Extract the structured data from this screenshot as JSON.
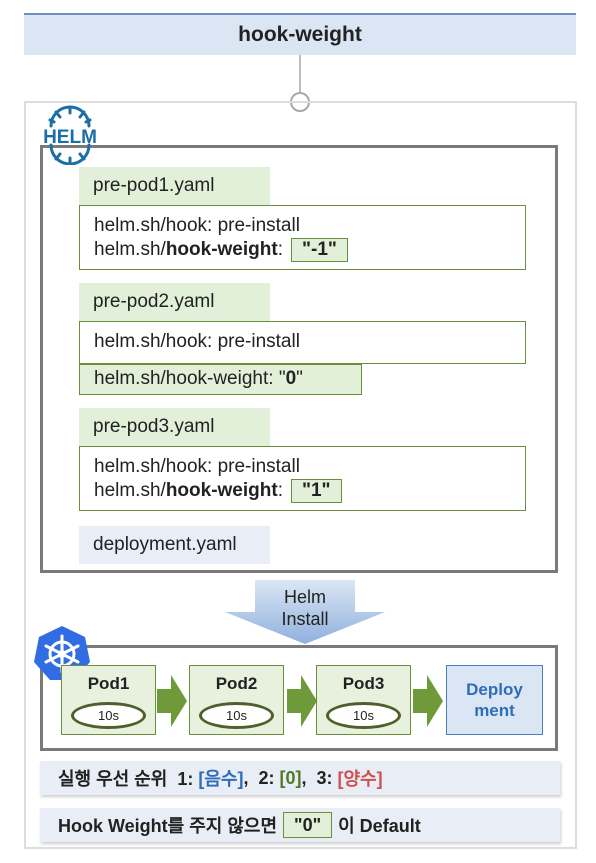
{
  "title": "hook-weight",
  "helm_logo_text": "HELM",
  "files": [
    {
      "name": "pre-pod1.yaml",
      "hook_line": "helm.sh/hook: pre-install",
      "weight_prefix": "helm.sh/",
      "weight_key": "hook-weight",
      "weight_colon": ":",
      "weight_value": "\"-1\""
    },
    {
      "name": "pre-pod2.yaml",
      "hook_line": "helm.sh/hook: pre-install",
      "weight_line_a": "helm.sh/hook-weight: \"",
      "weight_line_b": "0",
      "weight_line_c": "\""
    },
    {
      "name": "pre-pod3.yaml",
      "hook_line": "helm.sh/hook: pre-install",
      "weight_prefix": "helm.sh/",
      "weight_key": "hook-weight",
      "weight_colon": ":",
      "weight_value": "\"1\""
    }
  ],
  "deployment_file": "deployment.yaml",
  "install_arrow": {
    "line1": "Helm",
    "line2": "Install"
  },
  "pods": [
    {
      "name": "Pod1",
      "time": "10s"
    },
    {
      "name": "Pod2",
      "time": "10s"
    },
    {
      "name": "Pod3",
      "time": "10s"
    }
  ],
  "deployment_box": {
    "line1": "Deploy",
    "line2": "ment"
  },
  "priority_note": {
    "prefix": "실행 우선 순위  1: ",
    "first": "[음수]",
    "sep1": ",  2: ",
    "second": "[0]",
    "sep2": ",  3: ",
    "third": "[양수]"
  },
  "default_note": {
    "prefix": "Hook Weight를 주지 않으면",
    "badge": "\"0\"",
    "suffix": "이 Default"
  },
  "colors": {
    "title_bg": "#dbe6f5",
    "file_label_bg": "#e2efd9",
    "green_border": "#6b8e3a",
    "arrow_green": "#6f9a3a",
    "deploy_blue": "#2e6db8",
    "helm_blue": "#1c6fa6",
    "k8s_blue": "#326ce5",
    "negative_color": "#2e6db8",
    "zero_color": "#4f7a2a",
    "positive_color": "#d05050"
  },
  "icons": [
    "helm-wheel-icon",
    "kubernetes-icon"
  ]
}
